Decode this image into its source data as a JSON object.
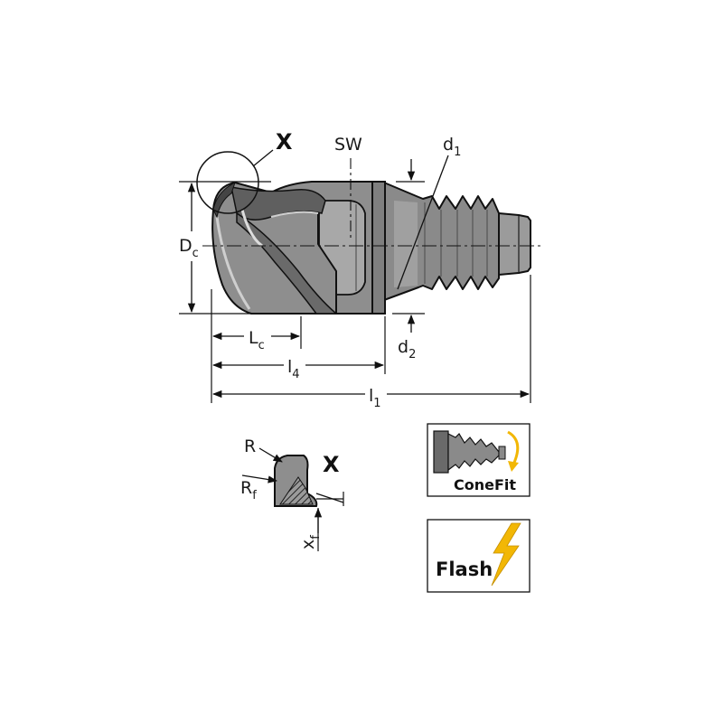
{
  "labels": {
    "x_callout": "X",
    "sw": "SW",
    "d1_main": "d",
    "d1_sub": "1",
    "dc_main": "D",
    "dc_sub": "c",
    "lc_main": "L",
    "lc_sub": "c",
    "l4_main": "l",
    "l4_sub": "4",
    "d2_main": "d",
    "d2_sub": "2",
    "l1_main": "l",
    "l1_sub": "1"
  },
  "detail": {
    "title": "X",
    "r": "R",
    "rf_main": "R",
    "rf_sub": "f",
    "xf_main": "x",
    "xf_sub": "f"
  },
  "badges": {
    "conefit": "ConeFit",
    "flash": "Flash"
  },
  "colors": {
    "body_gray": "#8e8e8e",
    "dark_gray": "#5e5e5e",
    "light_gray": "#b5b5b5",
    "accent_yellow": "#f2b705"
  }
}
